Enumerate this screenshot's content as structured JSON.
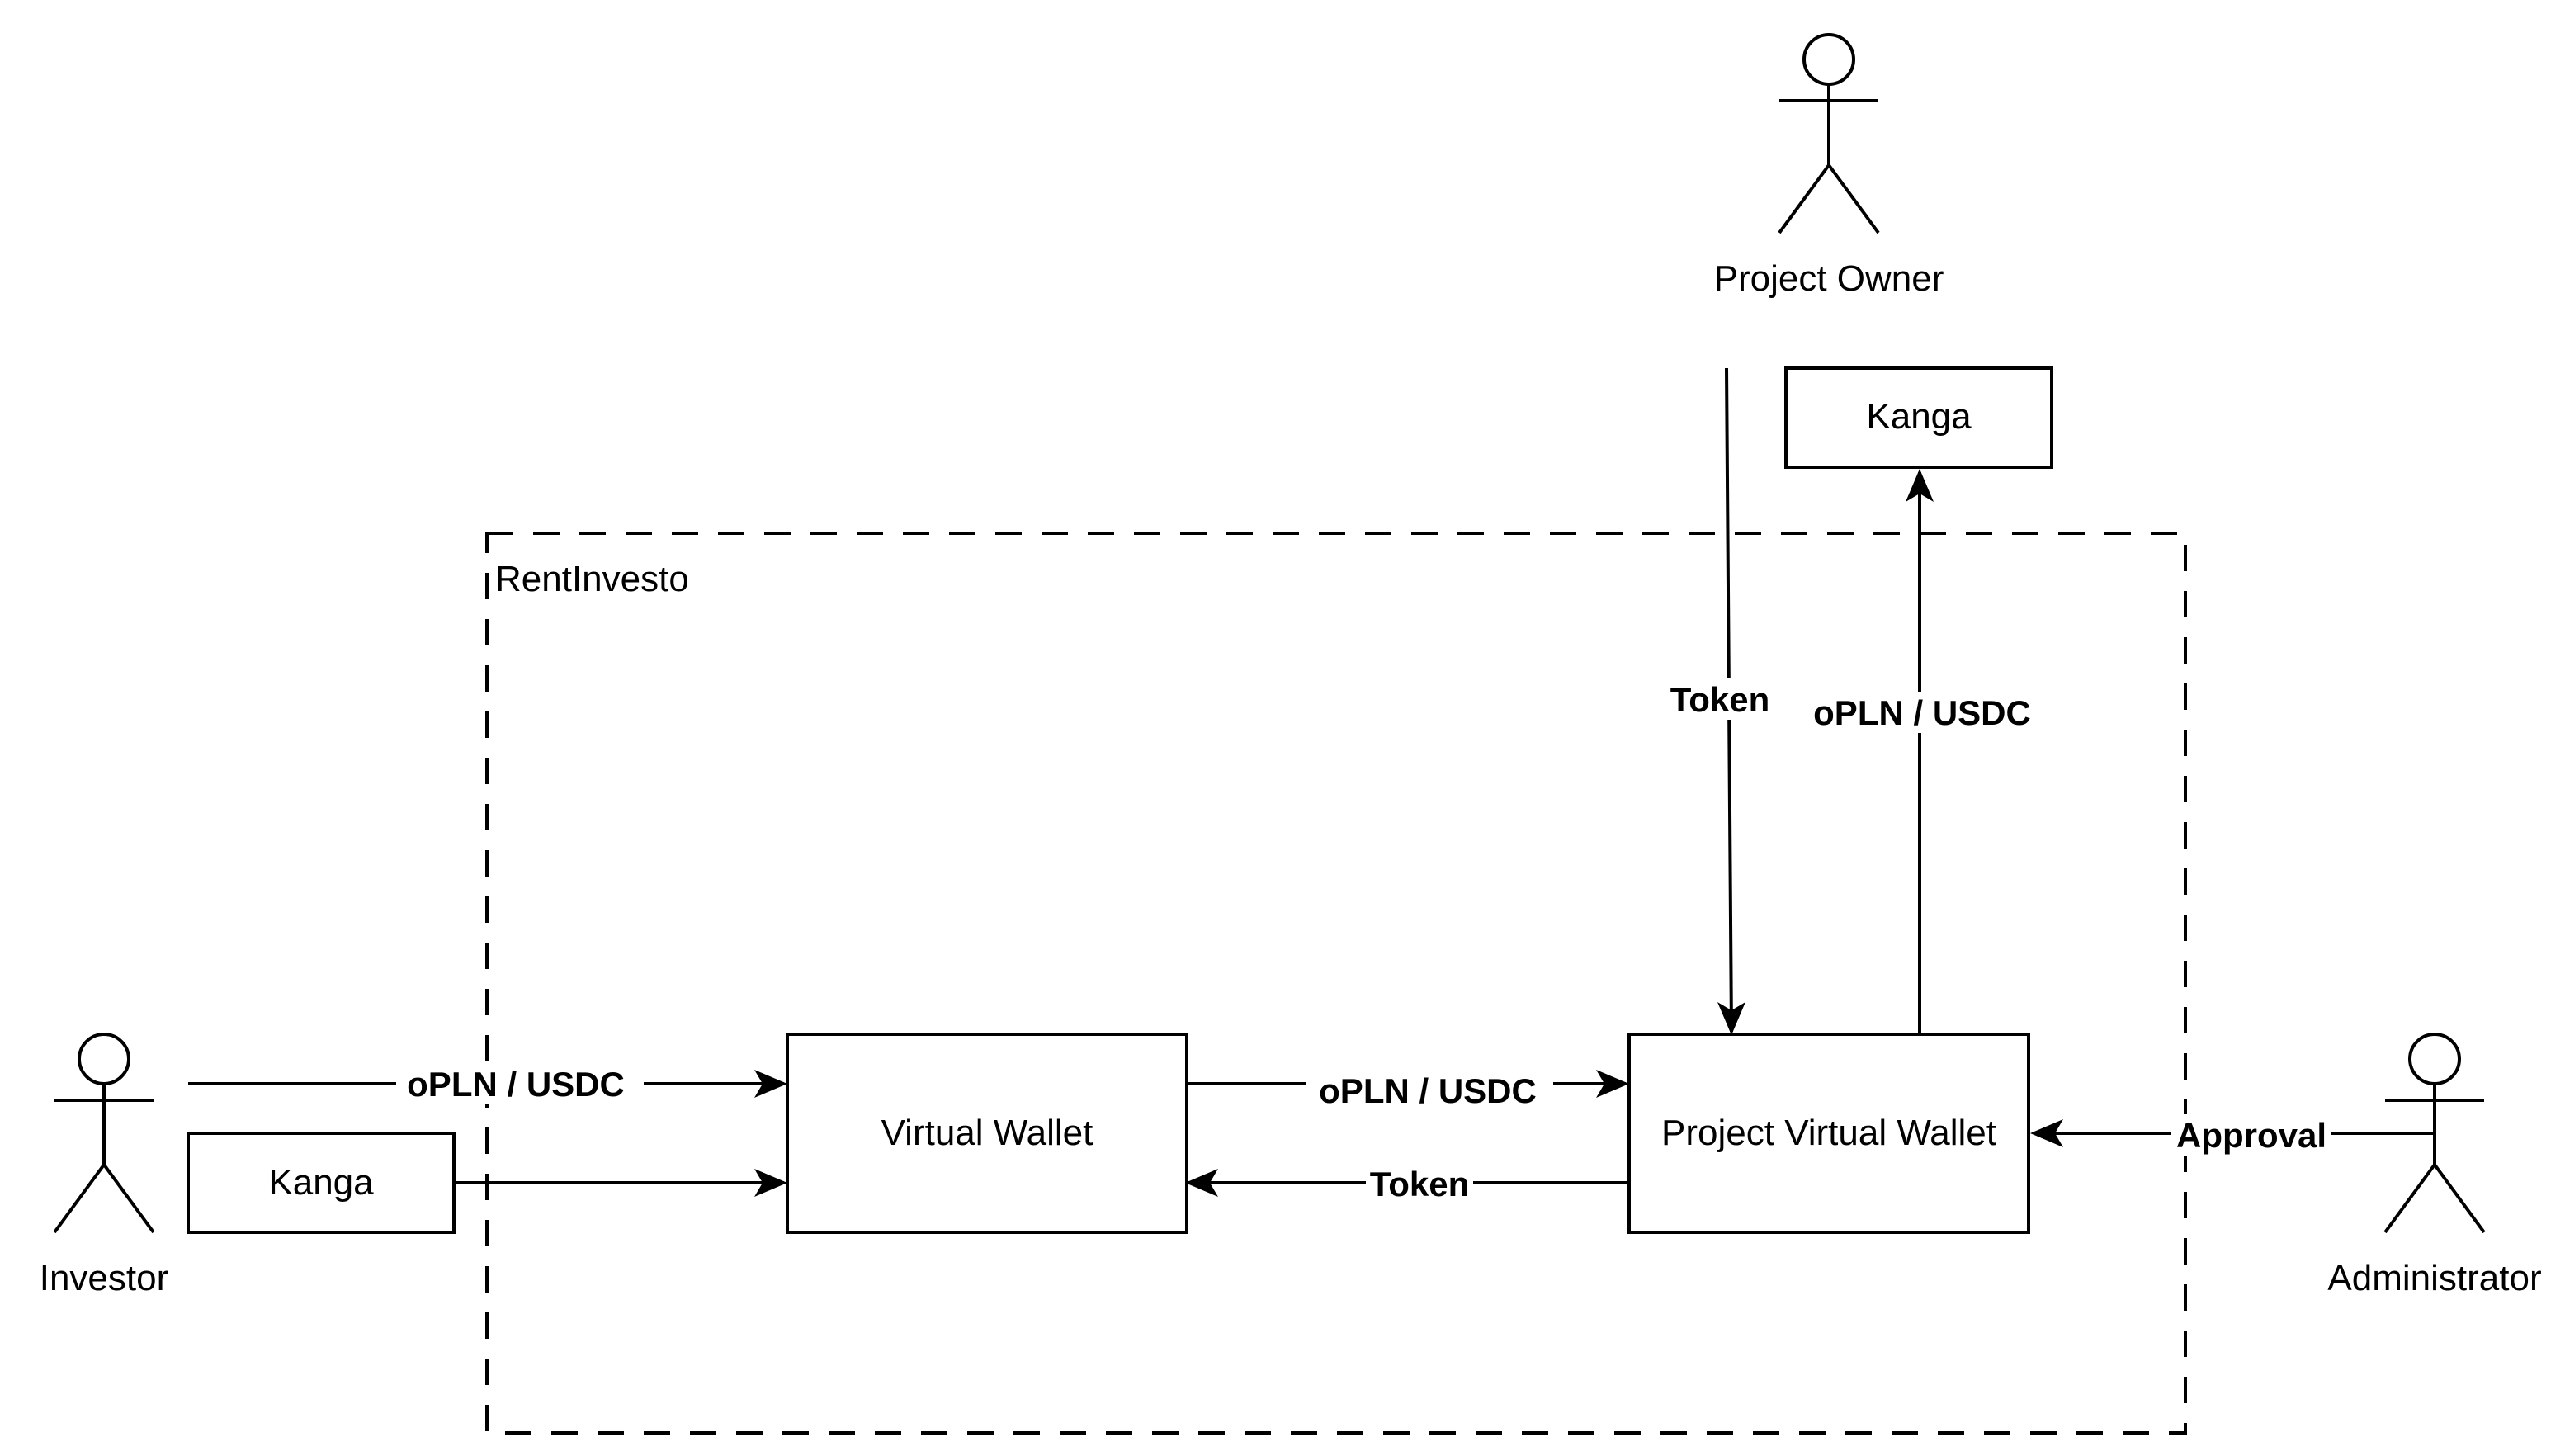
{
  "boundary": {
    "label": "RentInvesto"
  },
  "actors": {
    "project_owner": "Project Owner",
    "investor": "Investor",
    "administrator": "Administrator"
  },
  "boxes": {
    "kanga_top": "Kanga",
    "kanga_left": "Kanga",
    "virtual_wallet": "Virtual Wallet",
    "project_virtual_wallet": "Project Virtual Wallet"
  },
  "edges": {
    "investor_to_virtual_wallet": "oPLN / USDC",
    "virtual_wallet_to_project_wallet": "oPLN / USDC",
    "project_wallet_to_virtual_wallet": "Token",
    "owner_to_project_wallet": "Token",
    "project_wallet_to_kanga": "oPLN / USDC",
    "administrator_to_project_wallet": "Approval"
  },
  "colors": {
    "stroke": "#000000",
    "background": "#ffffff"
  }
}
